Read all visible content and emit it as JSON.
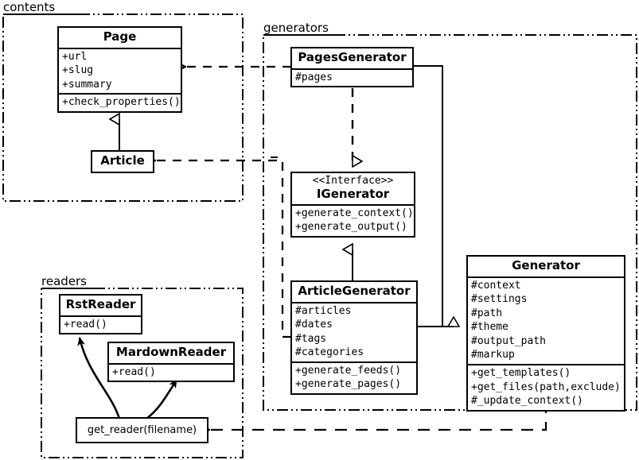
{
  "diagram": {
    "title": "Pelican architecture UML class diagram",
    "stroke_color": "#000000",
    "fill_color": "#ffffff"
  },
  "packages": [
    {
      "id": "contents",
      "label": "contents"
    },
    {
      "id": "generators",
      "label": "generators"
    },
    {
      "id": "readers",
      "label": "readers"
    }
  ],
  "classes": {
    "page": {
      "name": "Page",
      "attributes": [
        "+url",
        "+slug",
        "+summary"
      ],
      "methods": [
        "+check_properties()"
      ]
    },
    "article": {
      "name": "Article",
      "attributes": [],
      "methods": []
    },
    "pages_generator": {
      "name": "PagesGenerator",
      "attributes": [
        "#pages"
      ],
      "methods": []
    },
    "igenerator": {
      "stereotype": "<<Interface>>",
      "name": "IGenerator",
      "attributes": [],
      "methods": [
        "+generate_context()",
        "+generate_output()"
      ]
    },
    "article_generator": {
      "name": "ArticleGenerator",
      "attributes": [
        "#articles",
        "#dates",
        "#tags",
        "#categories"
      ],
      "methods": [
        "+generate_feeds()",
        "+generate_pages()"
      ]
    },
    "generator": {
      "name": "Generator",
      "attributes": [
        "#context",
        "#settings",
        "#path",
        "#theme",
        "#output_path",
        "#markup"
      ],
      "methods": [
        "+get_templates()",
        "+get_files(path,exclude)",
        "#_update_context()"
      ]
    },
    "rst_reader": {
      "name": "RstReader",
      "attributes": [],
      "methods": [
        "+read()"
      ]
    },
    "mardown_reader": {
      "name": "MardownReader",
      "attributes": [],
      "methods": [
        "+read()"
      ]
    },
    "get_reader": {
      "name": "get_reader(filename)",
      "attributes": [],
      "methods": []
    }
  },
  "relationships": [
    {
      "id": "article-to-page",
      "type": "generalization",
      "from": "Article",
      "to": "Page"
    },
    {
      "id": "articlegenerator-to-igenerator",
      "type": "realization",
      "from": "ArticleGenerator",
      "to": "IGenerator"
    },
    {
      "id": "pagesgenerator-to-igenerator",
      "type": "realization",
      "from": "PagesGenerator",
      "to": "IGenerator"
    },
    {
      "id": "pagesgenerator-to-generator",
      "type": "generalization",
      "from": "PagesGenerator",
      "to": "Generator"
    },
    {
      "id": "articlegenerator-to-generator",
      "type": "generalization",
      "from": "ArticleGenerator",
      "to": "Generator"
    },
    {
      "id": "pagesgenerator-uses-page",
      "type": "dependency",
      "from": "PagesGenerator",
      "to": "Page"
    },
    {
      "id": "articlegenerator-uses-article",
      "type": "dependency",
      "from": "ArticleGenerator",
      "to": "Article"
    },
    {
      "id": "generator-uses-get-reader",
      "type": "dependency",
      "from": "Generator",
      "to": "get_reader(filename)"
    },
    {
      "id": "get-reader-creates-rstreader",
      "type": "association",
      "from": "get_reader(filename)",
      "to": "RstReader"
    },
    {
      "id": "get-reader-creates-mardownreader",
      "type": "association",
      "from": "get_reader(filename)",
      "to": "MardownReader"
    }
  ]
}
